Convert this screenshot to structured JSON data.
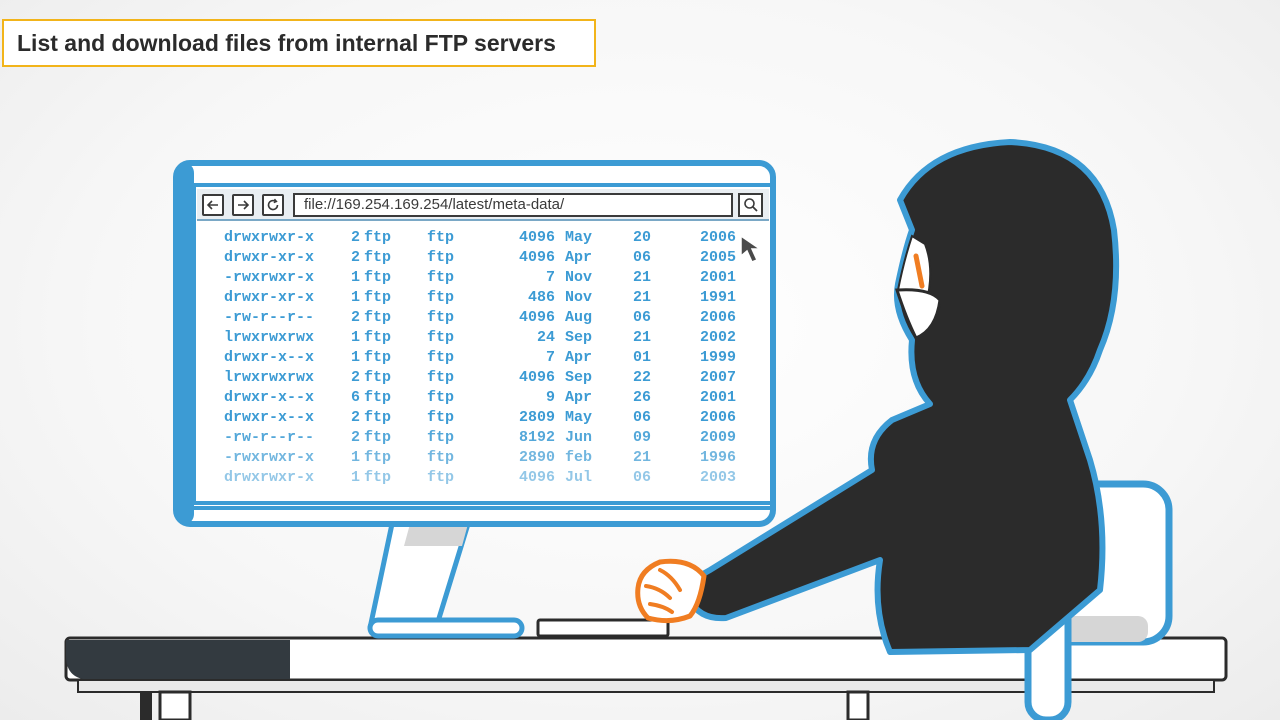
{
  "caption": {
    "title": "List and download files from internal FTP servers"
  },
  "browser": {
    "url": "file://169.254.169.254/latest/meta-data/",
    "back_icon": "arrow-left-icon",
    "forward_icon": "arrow-right-icon",
    "reload_icon": "reload-icon",
    "search_icon": "search-icon"
  },
  "colors": {
    "accent": "#3c9bd4",
    "caption_border": "#f2b41a",
    "hood": "#2b2b2b",
    "hand": "#f07d22"
  },
  "files": [
    {
      "perm": "drwxrwxr-x",
      "links": "2",
      "owner": "ftp",
      "group": "ftp",
      "size": "4096",
      "month": "May",
      "day": "20",
      "year": "2006"
    },
    {
      "perm": "drwxr-xr-x",
      "links": "2",
      "owner": "ftp",
      "group": "ftp",
      "size": "4096",
      "month": "Apr",
      "day": "06",
      "year": "2005"
    },
    {
      "perm": "-rwxrwxr-x",
      "links": "1",
      "owner": "ftp",
      "group": "ftp",
      "size": "7",
      "month": "Nov",
      "day": "21",
      "year": "2001"
    },
    {
      "perm": "drwxr-xr-x",
      "links": "1",
      "owner": "ftp",
      "group": "ftp",
      "size": "486",
      "month": "Nov",
      "day": "21",
      "year": "1991"
    },
    {
      "perm": "-rw-r--r--",
      "links": "2",
      "owner": "ftp",
      "group": "ftp",
      "size": "4096",
      "month": "Aug",
      "day": "06",
      "year": "2006"
    },
    {
      "perm": "lrwxrwxrwx",
      "links": "1",
      "owner": "ftp",
      "group": "ftp",
      "size": "24",
      "month": "Sep",
      "day": "21",
      "year": "2002"
    },
    {
      "perm": "drwxr-x--x",
      "links": "1",
      "owner": "ftp",
      "group": "ftp",
      "size": "7",
      "month": "Apr",
      "day": "01",
      "year": "1999"
    },
    {
      "perm": "lrwxrwxrwx",
      "links": "2",
      "owner": "ftp",
      "group": "ftp",
      "size": "4096",
      "month": "Sep",
      "day": "22",
      "year": "2007"
    },
    {
      "perm": "drwxr-x--x",
      "links": "6",
      "owner": "ftp",
      "group": "ftp",
      "size": "9",
      "month": "Apr",
      "day": "26",
      "year": "2001"
    },
    {
      "perm": "drwxr-x--x",
      "links": "2",
      "owner": "ftp",
      "group": "ftp",
      "size": "2809",
      "month": "May",
      "day": "06",
      "year": "2006"
    },
    {
      "perm": "-rw-r--r--",
      "links": "2",
      "owner": "ftp",
      "group": "ftp",
      "size": "8192",
      "month": "Jun",
      "day": "09",
      "year": "2009"
    },
    {
      "perm": "-rwxrwxr-x",
      "links": "1",
      "owner": "ftp",
      "group": "ftp",
      "size": "2890",
      "month": "feb",
      "day": "21",
      "year": "1996"
    },
    {
      "perm": "drwxrwxr-x",
      "links": "1",
      "owner": "ftp",
      "group": "ftp",
      "size": "4096",
      "month": "Jul",
      "day": "06",
      "year": "2003"
    }
  ]
}
